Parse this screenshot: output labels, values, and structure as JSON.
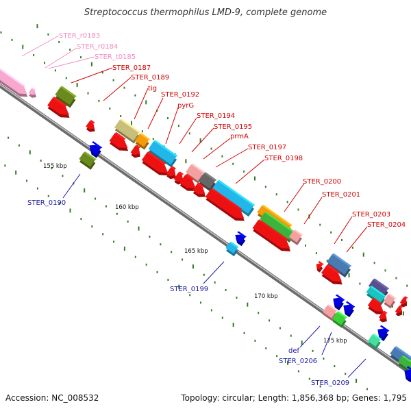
{
  "title": "Streptococcus thermophilus LMD-9, complete genome",
  "footer": {
    "accession": "Accession: NC_008532",
    "summary": "Topology: circular; Length: 1,856,368 bp; Genes: 1,795"
  },
  "colors": {
    "backbone": "#8c8c8c",
    "tick": "#2f7d1f",
    "plus_label": "#d40000",
    "minus_label": "#1a1aa0",
    "rna_label": "#f08cc0"
  },
  "scale_labels": [
    "155 kbp",
    "160 kbp",
    "165 kbp",
    "170 kbp",
    "175 kbp"
  ],
  "labels_outer": [
    "STER_r0183",
    "STER_r0184",
    "STER_t0185",
    "STER_0187",
    "STER_0189",
    "tig",
    "STER_0192",
    "pyrG",
    "STER_0194",
    "STER_0195",
    "prmA",
    "STER_0197",
    "STER_0198",
    "STER_0200",
    "STER_0201",
    "STER_0203",
    "STER_0204"
  ],
  "labels_inner": [
    "STER_0190",
    "STER_0199",
    "def",
    "STER_0206",
    "STER_0209"
  ]
}
